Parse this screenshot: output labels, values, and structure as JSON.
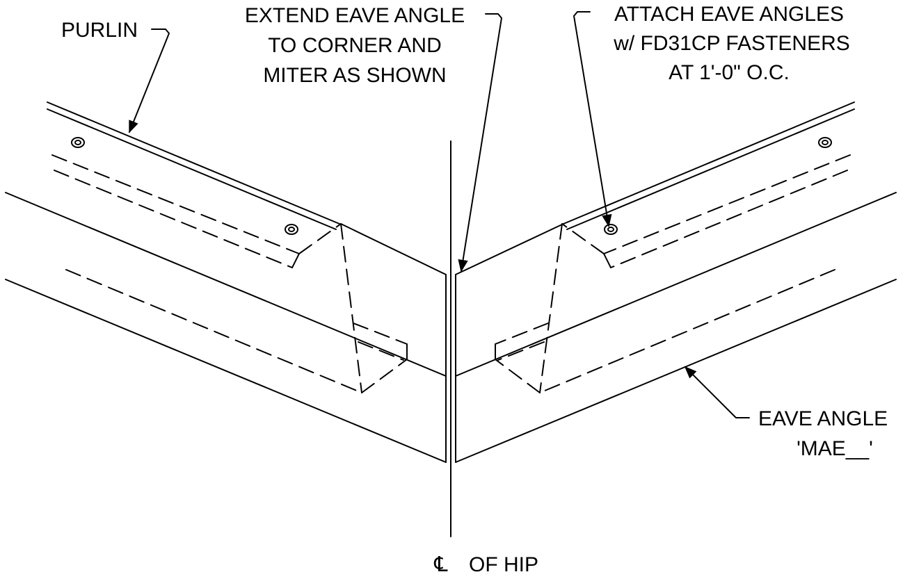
{
  "drawing": {
    "stroke_color": "#000000",
    "background": "#ffffff",
    "labels": {
      "purlin": "PURLIN",
      "extend_line1": "EXTEND EAVE ANGLE",
      "extend_line2": "TO CORNER AND",
      "extend_line3": "MITER AS SHOWN",
      "attach_line1": "ATTACH EAVE ANGLES",
      "attach_line2": "w/ FD31CP FASTENERS",
      "attach_line3": "AT 1'-0\" O.C.",
      "eave_line1": "EAVE ANGLE",
      "eave_line2": "'MAE__'",
      "centerline_symbol": "℄",
      "centerline_text": "OF HIP"
    }
  }
}
